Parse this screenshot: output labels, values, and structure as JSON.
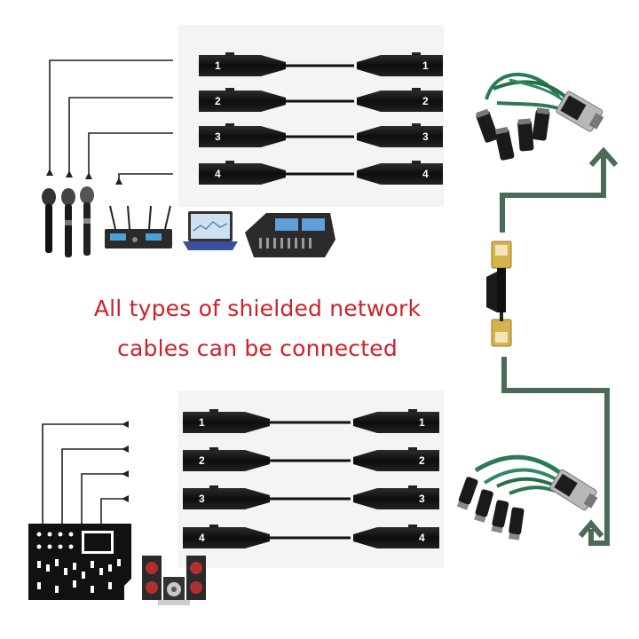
{
  "caption": {
    "line1": "All types of shielded network",
    "line2": "cables can be connected"
  },
  "top_panel": {
    "cable_numbers": [
      "1",
      "2",
      "3",
      "4"
    ]
  },
  "bottom_panel": {
    "cable_numbers": [
      "1",
      "2",
      "3",
      "4"
    ]
  },
  "colors": {
    "caption_red": "#d0202a",
    "arrow_green": "#4a6b57",
    "cable_green": "#2a7a55",
    "connector_black": "#151515",
    "rj45_gold": "#d6b24a"
  },
  "icons": {
    "sources": [
      "handheld-microphone-icon",
      "handheld-microphone-icon",
      "handheld-microphone-icon",
      "wireless-receiver-icon",
      "laptop-icon",
      "mixing-console-icon"
    ],
    "destinations": [
      "mixer-panel-icon",
      "speaker-stack-icon"
    ],
    "snake_top": "xlr-ethernet-snake-female-icon",
    "snake_bottom": "xlr-ethernet-snake-male-icon",
    "coupler": "rj45-coupler-icon"
  }
}
